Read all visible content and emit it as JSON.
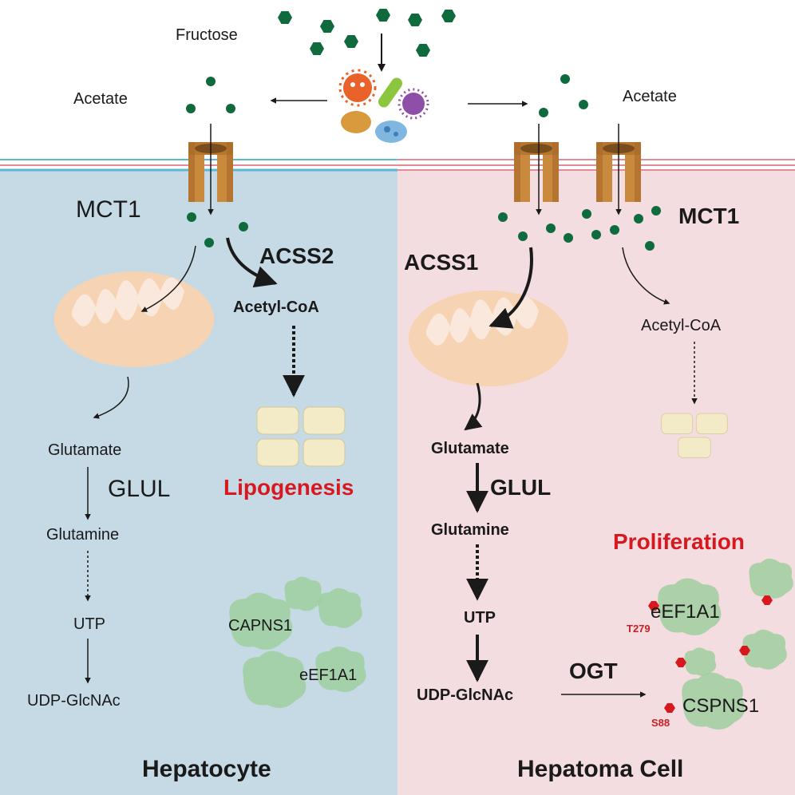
{
  "top": {
    "fructose": "Fructose",
    "acetate_left": "Acetate",
    "acetate_right": "Acetate"
  },
  "left_cell": {
    "title": "Hepatocyte",
    "transporter": "MCT1",
    "enzyme_acss": "ACSS2",
    "acetyl_coa": "Acetyl-CoA",
    "outcome": "Lipogenesis",
    "glutamate": "Glutamate",
    "glul": "GLUL",
    "glutamine": "Glutamine",
    "utp": "UTP",
    "udp": "UDP-GlcNAc",
    "protein_a": "CAPNS1",
    "protein_b": "eEF1A1"
  },
  "right_cell": {
    "title": "Hepatoma Cell",
    "transporter": "MCT1",
    "enzyme_acss": "ACSS1",
    "acetyl_coa": "Acetyl-CoA",
    "outcome": "Proliferation",
    "glutamate": "Glutamate",
    "glul": "GLUL",
    "glutamine": "Glutamine",
    "utp": "UTP",
    "udp": "UDP-GlcNAc",
    "ogt": "OGT",
    "protein_a": "eEF1A1",
    "site_a": "T279",
    "protein_b": "CSPNS1",
    "site_b": "S88"
  },
  "colors": {
    "left_bg": "#c6dae6",
    "right_bg": "#f4dde0",
    "membrane_left": "#5bb7d6",
    "membrane_right": "#e58b96",
    "channel": "#c98a3e",
    "acetate_dot": "#0f6b3e",
    "mito": "#f6d3b2",
    "lipid": "#f3ebc7",
    "protein": "#9fcf9f",
    "accent_red": "#d7191f"
  },
  "icons": {
    "fructose": "hexagon-icon",
    "microbes": "gut-microbes-icon",
    "channel": "mct1-channel-icon",
    "mitochondrion": "mitochondrion-icon",
    "lipid": "lipid-droplet-icon",
    "protein": "protein-blob-icon",
    "modification": "o-glcnac-marker-icon"
  }
}
